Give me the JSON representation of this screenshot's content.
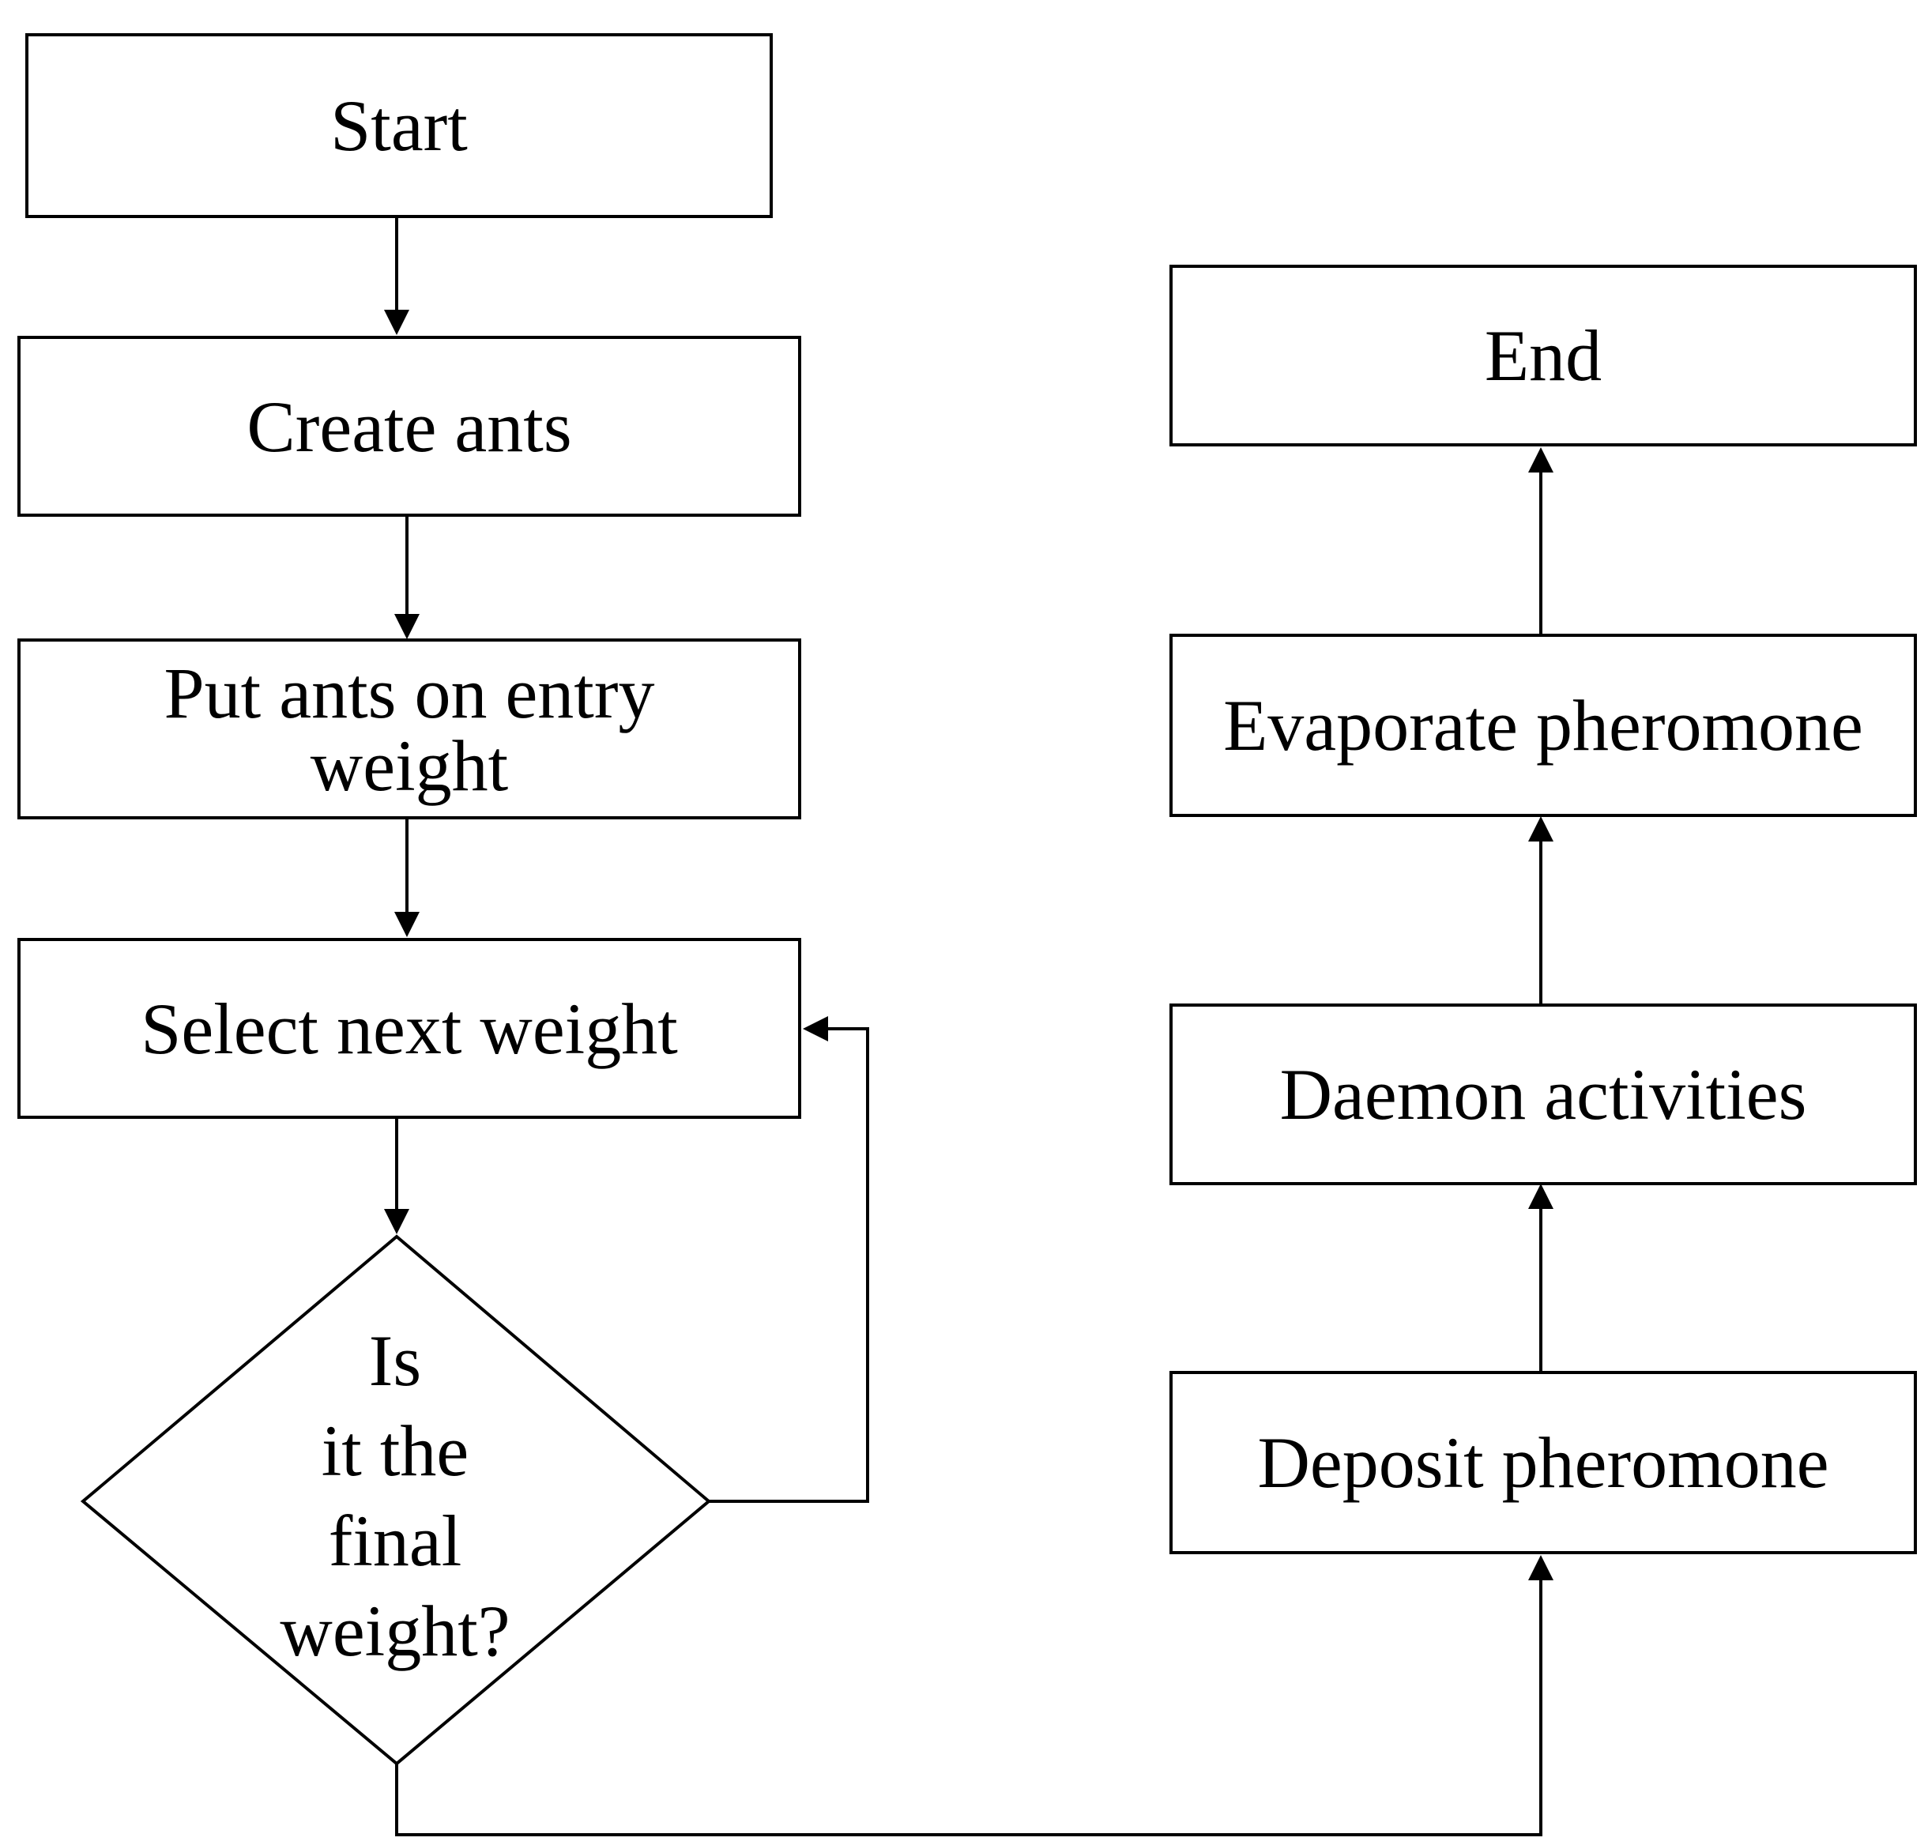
{
  "nodes": {
    "start": "Start",
    "create_ants": "Create ants",
    "put_ants": [
      "Put ants on entry",
      "weight"
    ],
    "select_next": "Select next weight",
    "decision": [
      "Is",
      "it the",
      "final",
      "weight?"
    ],
    "deposit": "Deposit pheromone",
    "daemon": "Daemon activities",
    "evaporate": "Evaporate pheromone",
    "end": "End"
  },
  "colors": {
    "stroke": "#000000",
    "fill": "#ffffff"
  }
}
